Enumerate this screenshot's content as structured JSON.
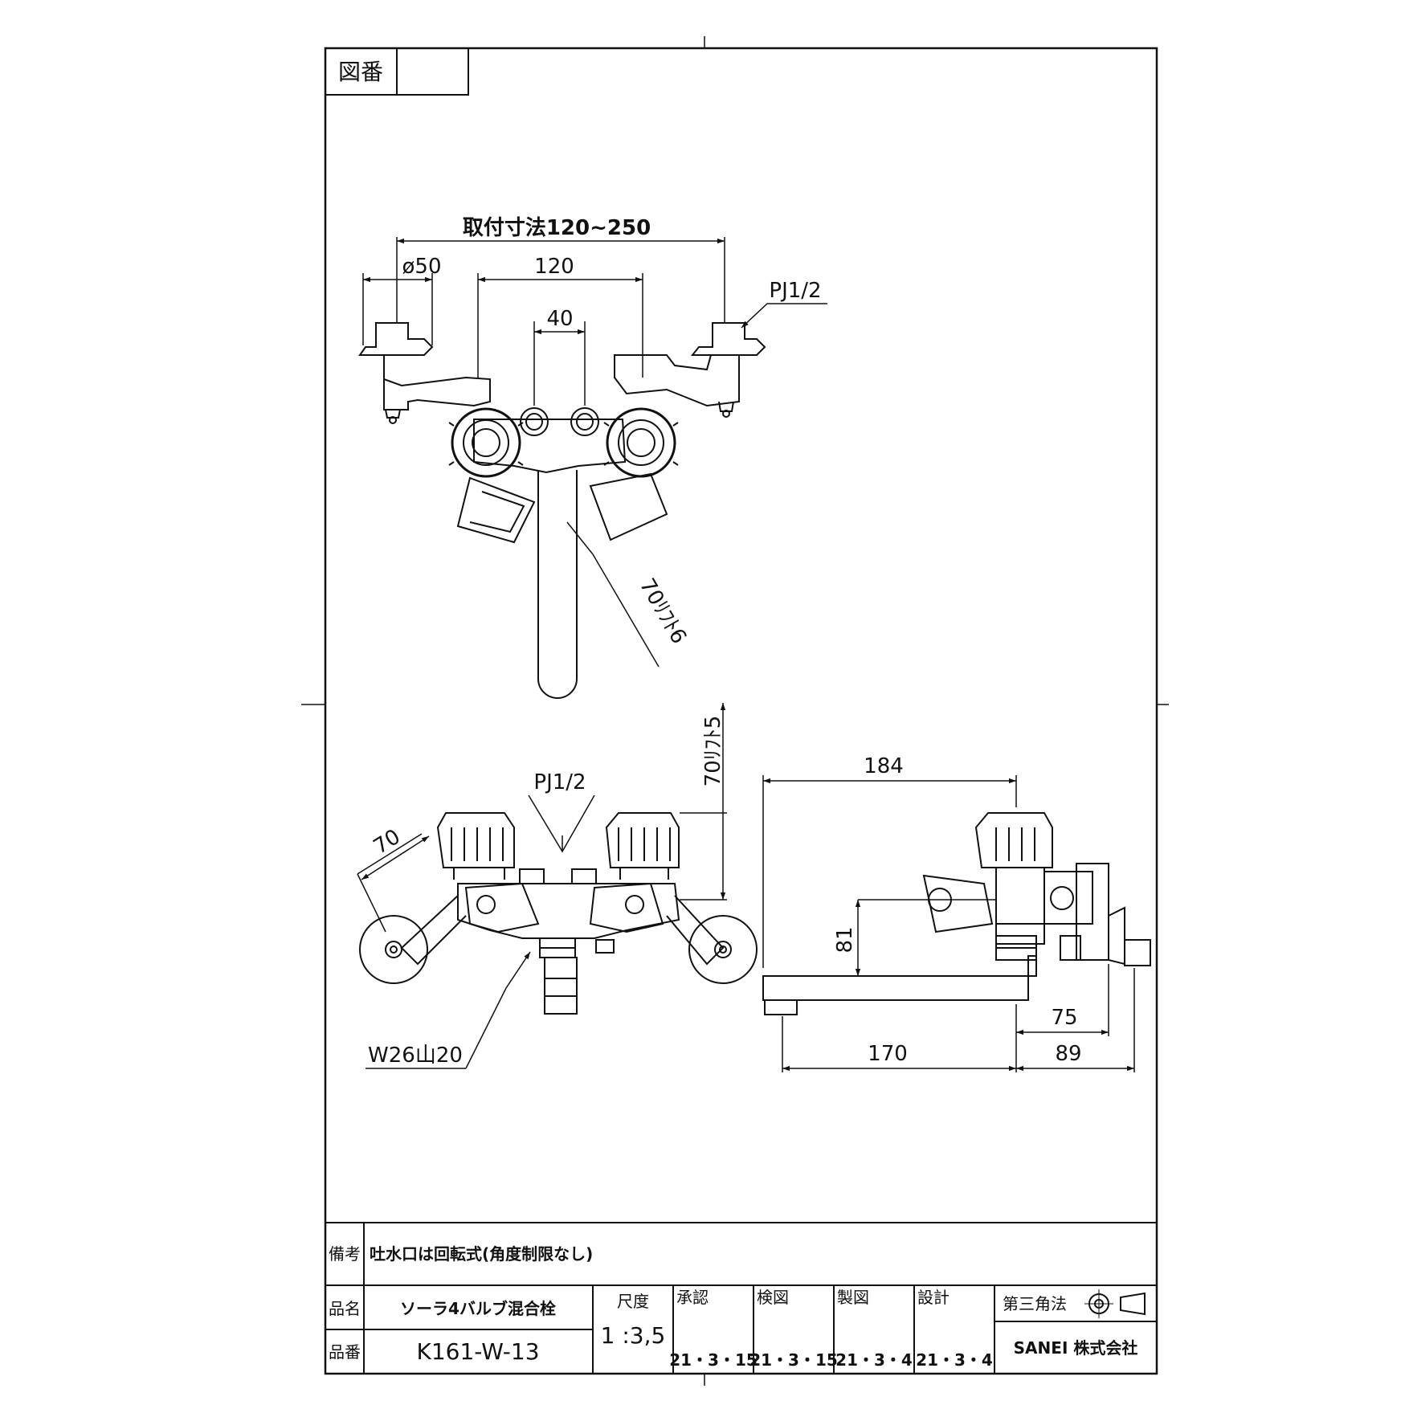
{
  "drawing_number": {
    "label": "図番",
    "value": ""
  },
  "dimensions": {
    "mount_range": "取付寸法120~250",
    "dia": "ø50",
    "d120": "120",
    "d40": "40",
    "pj_top": "PJ1/2",
    "spout_top": "70ﾘﾌﾄ6",
    "spout_front": "70ﾘﾌﾄ5",
    "pj_front": "PJ1/2",
    "d70": "70",
    "w26": "W26山20",
    "d184": "184",
    "d81": "81",
    "d75": "75",
    "d170": "170",
    "d89": "89"
  },
  "notes": {
    "label": "備考",
    "text": "吐水口は回転式(角度制限なし)"
  },
  "title_block": {
    "name_label": "品名",
    "name": "ソーラ4バルブ混合栓",
    "number_label": "品番",
    "number": "K161-W-13",
    "scale_label": "尺度",
    "scale": "1 :3,5",
    "approval_label": "承認",
    "approval_date": "21・3・15",
    "check_label": "検図",
    "check_date": "21・3・15",
    "drawn_label": "製図",
    "drawn_date": "21・3・4",
    "design_label": "設計",
    "design_date": "21・3・4",
    "projection": "第三角法",
    "company": "SANEI 株式会社"
  }
}
